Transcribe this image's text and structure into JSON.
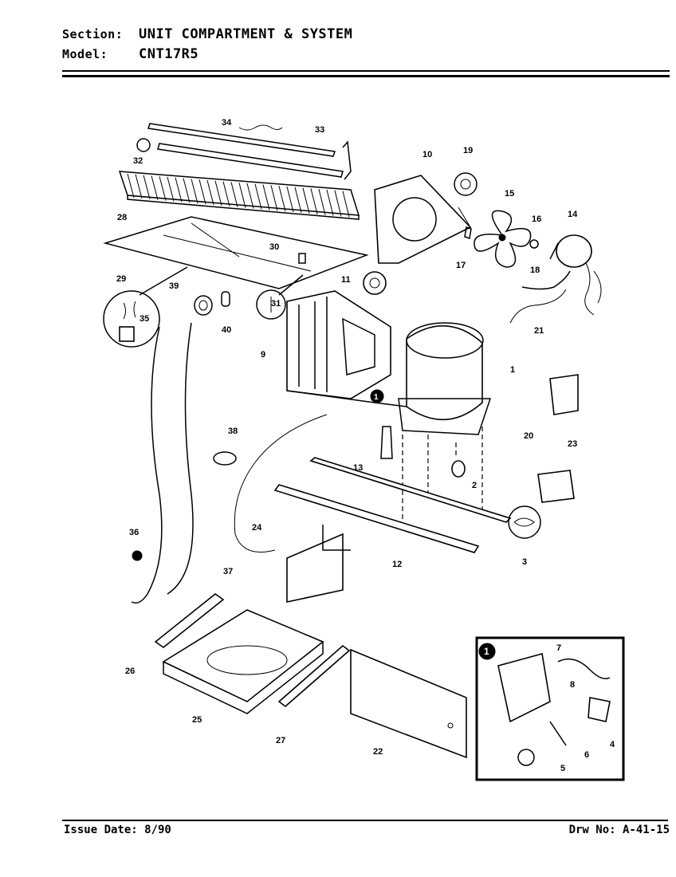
{
  "header": {
    "section_key": "Section:",
    "section_value": "UNIT COMPARTMENT & SYSTEM",
    "model_key": "Model:",
    "model_value": "CNT17R5"
  },
  "footer": {
    "issue_date": "Issue Date: 8/90",
    "drawing_no": "Drw No: A-41-15"
  },
  "callouts": [
    "1",
    "2",
    "3",
    "4",
    "5",
    "6",
    "7",
    "8",
    "9",
    "10",
    "11",
    "12",
    "13",
    "14",
    "15",
    "16",
    "17",
    "18",
    "19",
    "20",
    "21",
    "22",
    "23",
    "24",
    "25",
    "26",
    "27",
    "28",
    "29",
    "30",
    "31",
    "32",
    "33",
    "34",
    "35",
    "36",
    "37",
    "38",
    "39",
    "40"
  ],
  "inset_marker": "1"
}
